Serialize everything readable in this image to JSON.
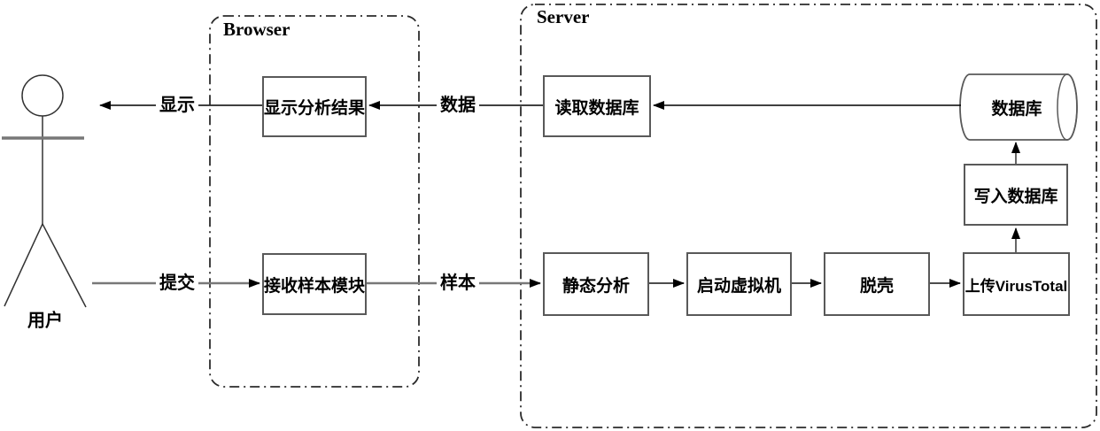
{
  "diagram": {
    "actor": {
      "label": "用户"
    },
    "containers": {
      "browser": {
        "label": "Browser"
      },
      "server": {
        "label": "Server"
      }
    },
    "nodes": {
      "display_results": {
        "label": "显示分析结果"
      },
      "receive_sample": {
        "label": "接收样本模块"
      },
      "read_db": {
        "label": "读取数据库"
      },
      "database": {
        "label": "数据库"
      },
      "write_db": {
        "label": "写入数据库"
      },
      "static_analysis": {
        "label": "静态分析"
      },
      "start_vm": {
        "label": "启动虚拟机"
      },
      "unpack": {
        "label": "脱壳"
      },
      "upload_virustotal": {
        "label": "上传VirusTotal"
      }
    },
    "edge_labels": {
      "display": "显示",
      "data": "数据",
      "submit": "提交",
      "sample": "样本"
    },
    "colors": {
      "box_border": "#595959",
      "line": "#000000",
      "thick_line": "#787878",
      "connector": "#4d4d4d",
      "container_border": "#2b2b2b"
    }
  }
}
